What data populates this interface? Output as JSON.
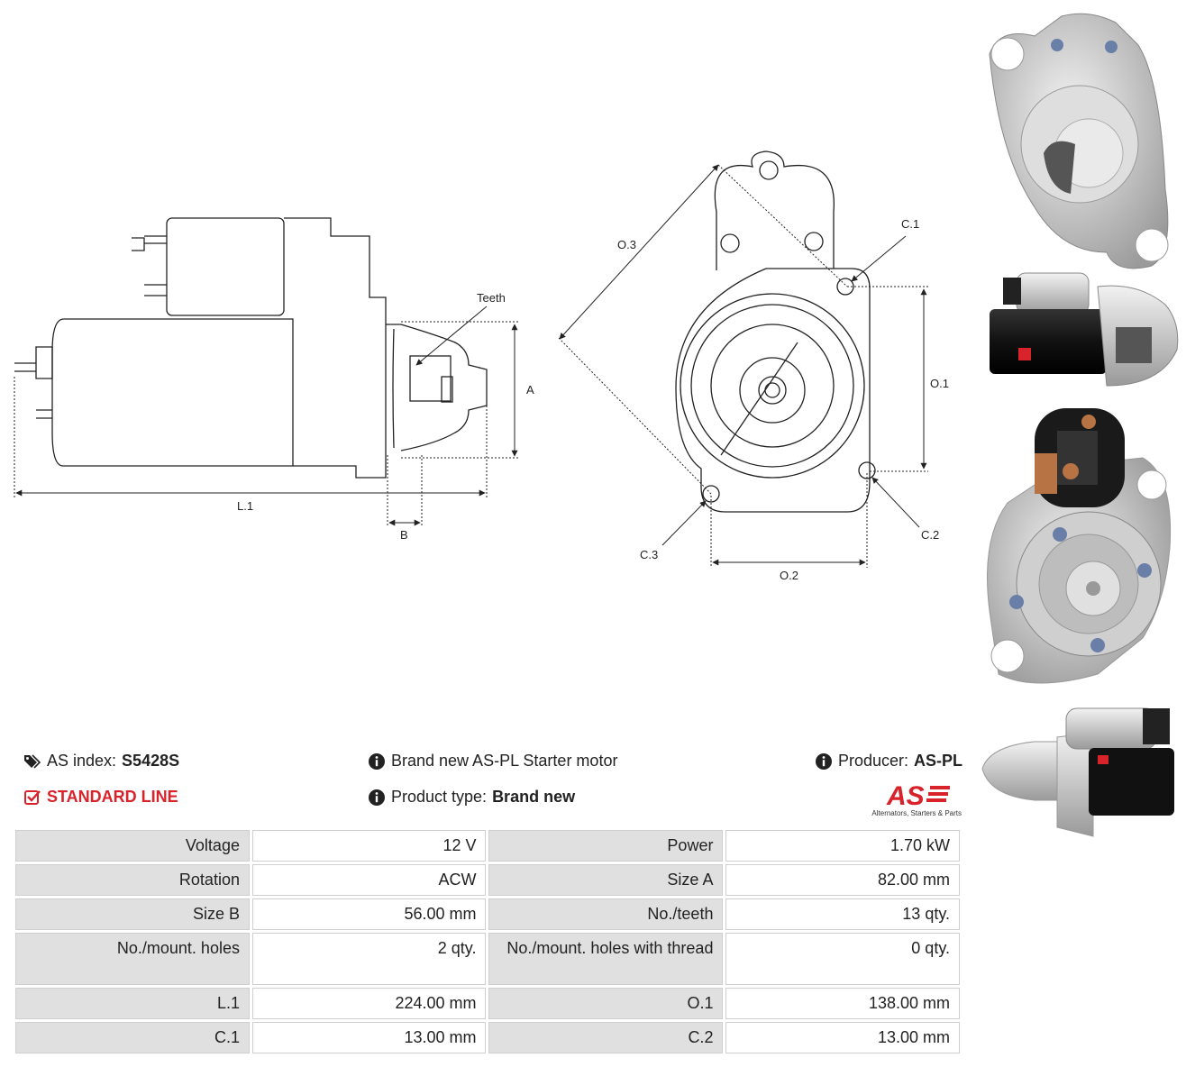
{
  "drawing": {
    "side_labels": {
      "teeth": "Teeth",
      "a": "A",
      "b": "B",
      "l1": "L.1"
    },
    "front_labels": {
      "o3": "O.3",
      "c1": "C.1",
      "o1": "O.1",
      "c2": "C.2",
      "c3": "C.3",
      "o2": "O.2"
    }
  },
  "info": {
    "index_label": "AS index:",
    "index_value": "S5428S",
    "line": "STANDARD LINE",
    "description": "Brand new AS-PL Starter motor",
    "product_type_label": "Product type:",
    "product_type_value": "Brand new",
    "producer_label": "Producer:",
    "producer_value": "AS-PL"
  },
  "logo": {
    "mark": "AS",
    "tagline": "Alternators, Starters & Parts"
  },
  "specs": [
    {
      "l1": "Voltage",
      "v1": "12 V",
      "l2": "Power",
      "v2": "1.70 kW"
    },
    {
      "l1": "Rotation",
      "v1": "ACW",
      "l2": "Size A",
      "v2": "82.00 mm"
    },
    {
      "l1": "Size B",
      "v1": "56.00 mm",
      "l2": "No./teeth",
      "v2": "13 qty."
    },
    {
      "l1": "No./mount. holes",
      "v1": "2 qty.",
      "l2": "No./mount. holes with thread",
      "v2": "0 qty."
    },
    {
      "l1": "L.1",
      "v1": "224.00 mm",
      "l2": "O.1",
      "v2": "138.00 mm"
    },
    {
      "l1": "C.1",
      "v1": "13.00 mm",
      "l2": "C.2",
      "v2": "13.00 mm"
    }
  ],
  "colors": {
    "accent_red": "#d9232b",
    "label_bg": "#e0e0e0"
  }
}
